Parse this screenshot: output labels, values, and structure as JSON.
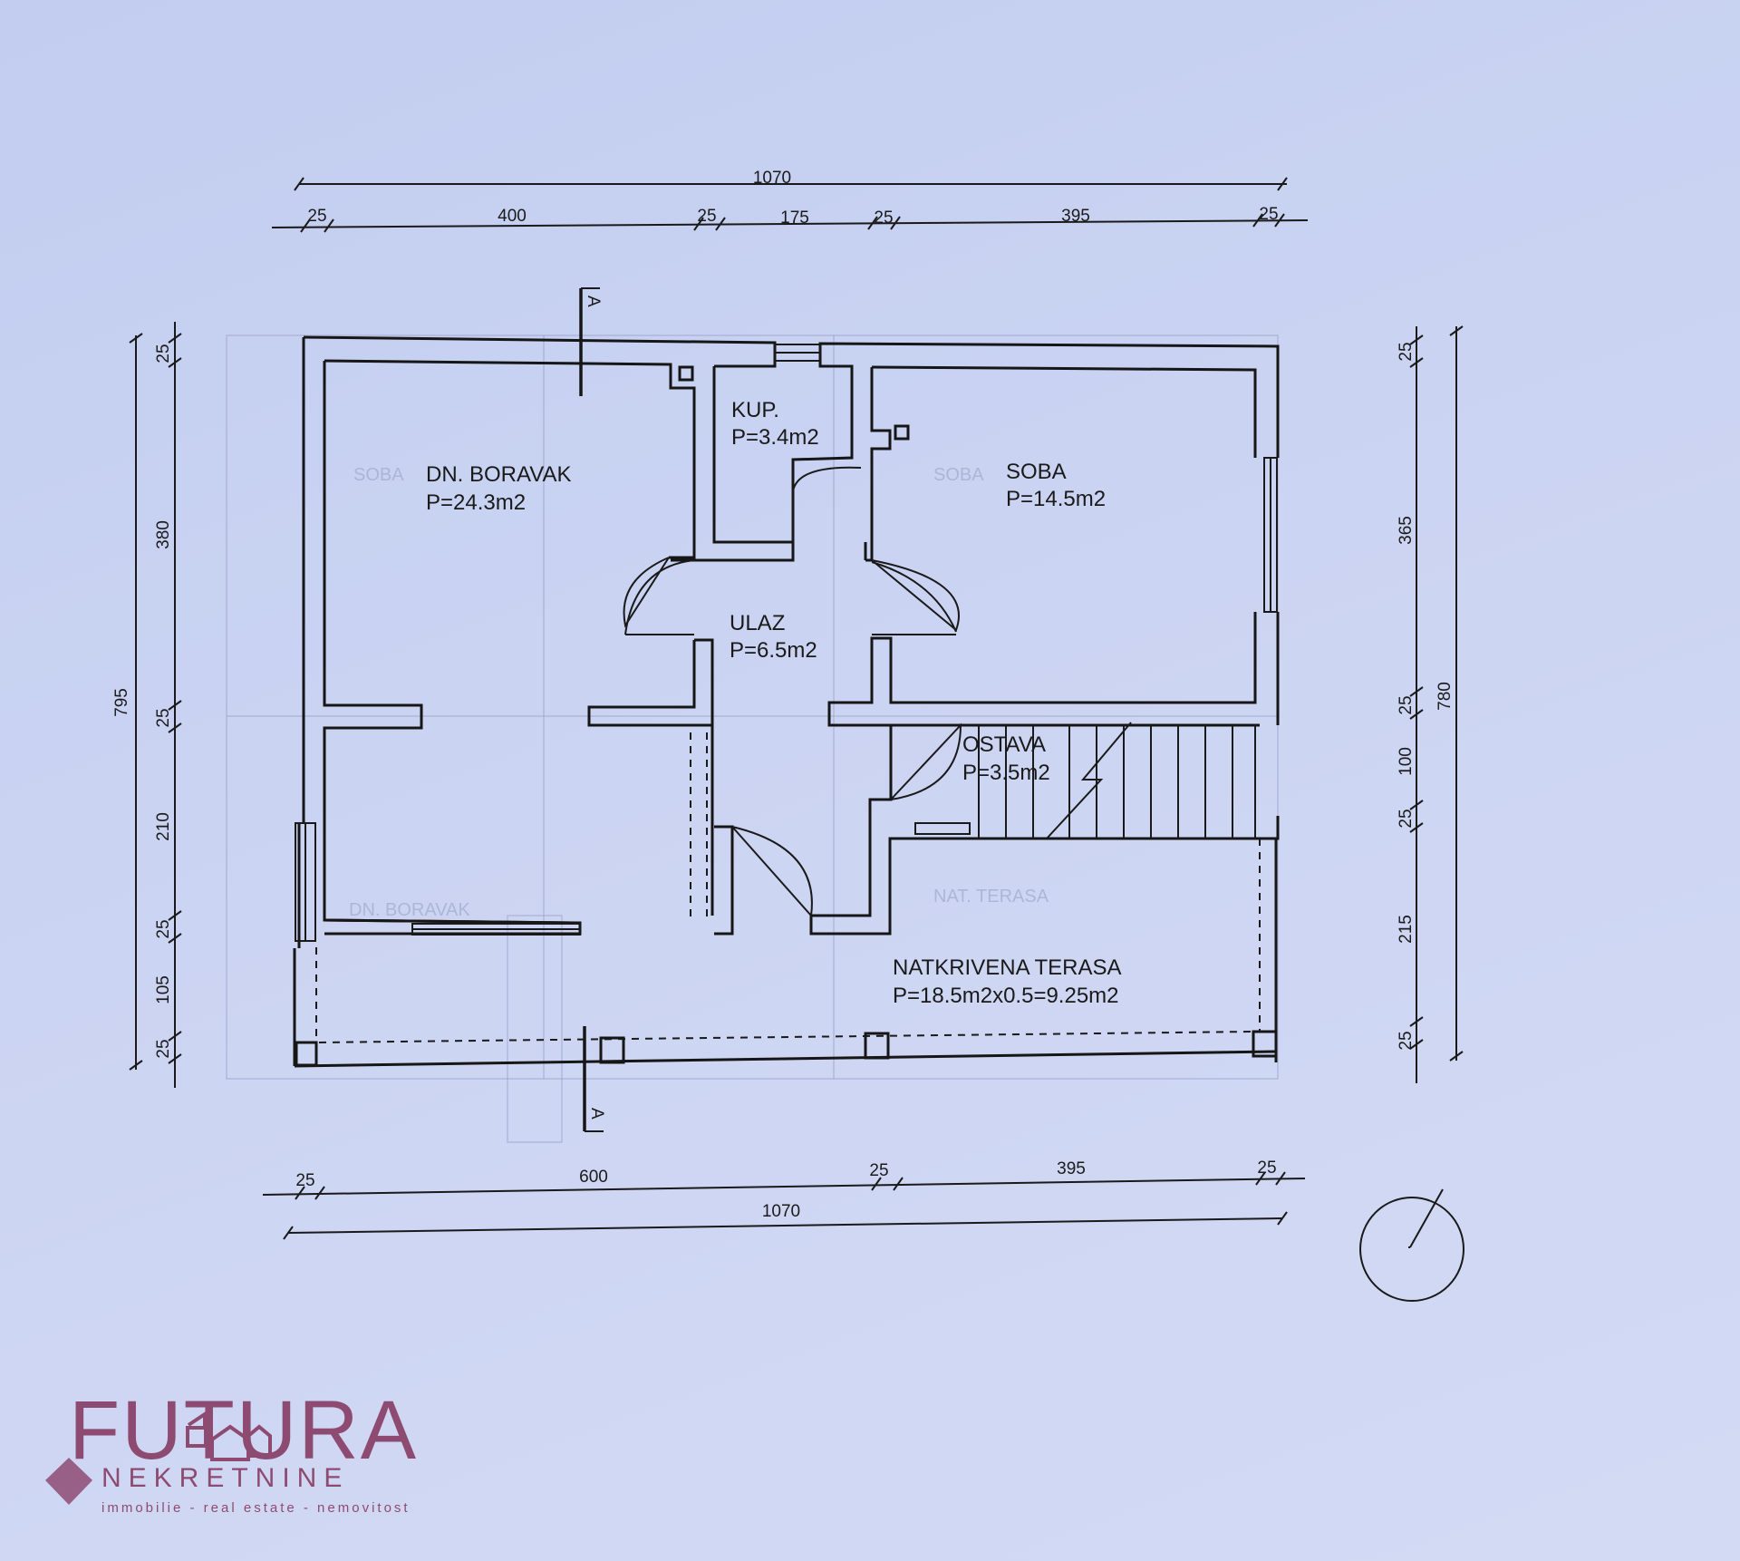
{
  "plan": {
    "dims_top": {
      "total": "1070",
      "w1": "25",
      "s1": "400",
      "w2": "25",
      "s2": "175",
      "w3": "25",
      "s3": "395",
      "w4": "25"
    },
    "dims_bottom": {
      "w1": "25",
      "s1": "600",
      "w2": "25",
      "s2": "395",
      "w3": "25",
      "total": "1070"
    },
    "dims_left": {
      "total": "795",
      "w1": "25",
      "s1": "380",
      "w2": "25",
      "s2": "210",
      "w3": "25",
      "s3": "105",
      "w4": "25"
    },
    "dims_right": {
      "total": "780",
      "w1": "25",
      "s1": "365",
      "w2": "25",
      "s2": "100",
      "w3": "25",
      "s3": "215",
      "w4": "25"
    },
    "section_marks": {
      "top": "A",
      "bottom": "A"
    },
    "rooms": {
      "boravak": {
        "name": "DN. BORAVAK",
        "area": "P=24.3m2"
      },
      "kup": {
        "name": "KUP.",
        "area": "P=3.4m2"
      },
      "soba": {
        "name": "SOBA",
        "area": "P=14.5m2"
      },
      "ulaz": {
        "name": "ULAZ",
        "area": "P=6.5m2"
      },
      "ostava": {
        "name": "OSTAVA",
        "area": "P=3.5m2"
      },
      "terasa": {
        "name": "NATKRIVENA TERASA",
        "area": "P=18.5m2x0.5=9.25m2"
      }
    }
  },
  "logo": {
    "main": "FUTURA",
    "sub": "NEKRETNINE",
    "tagline": "immobilie - real estate - nemovitost",
    "color": "#8e4b72"
  }
}
